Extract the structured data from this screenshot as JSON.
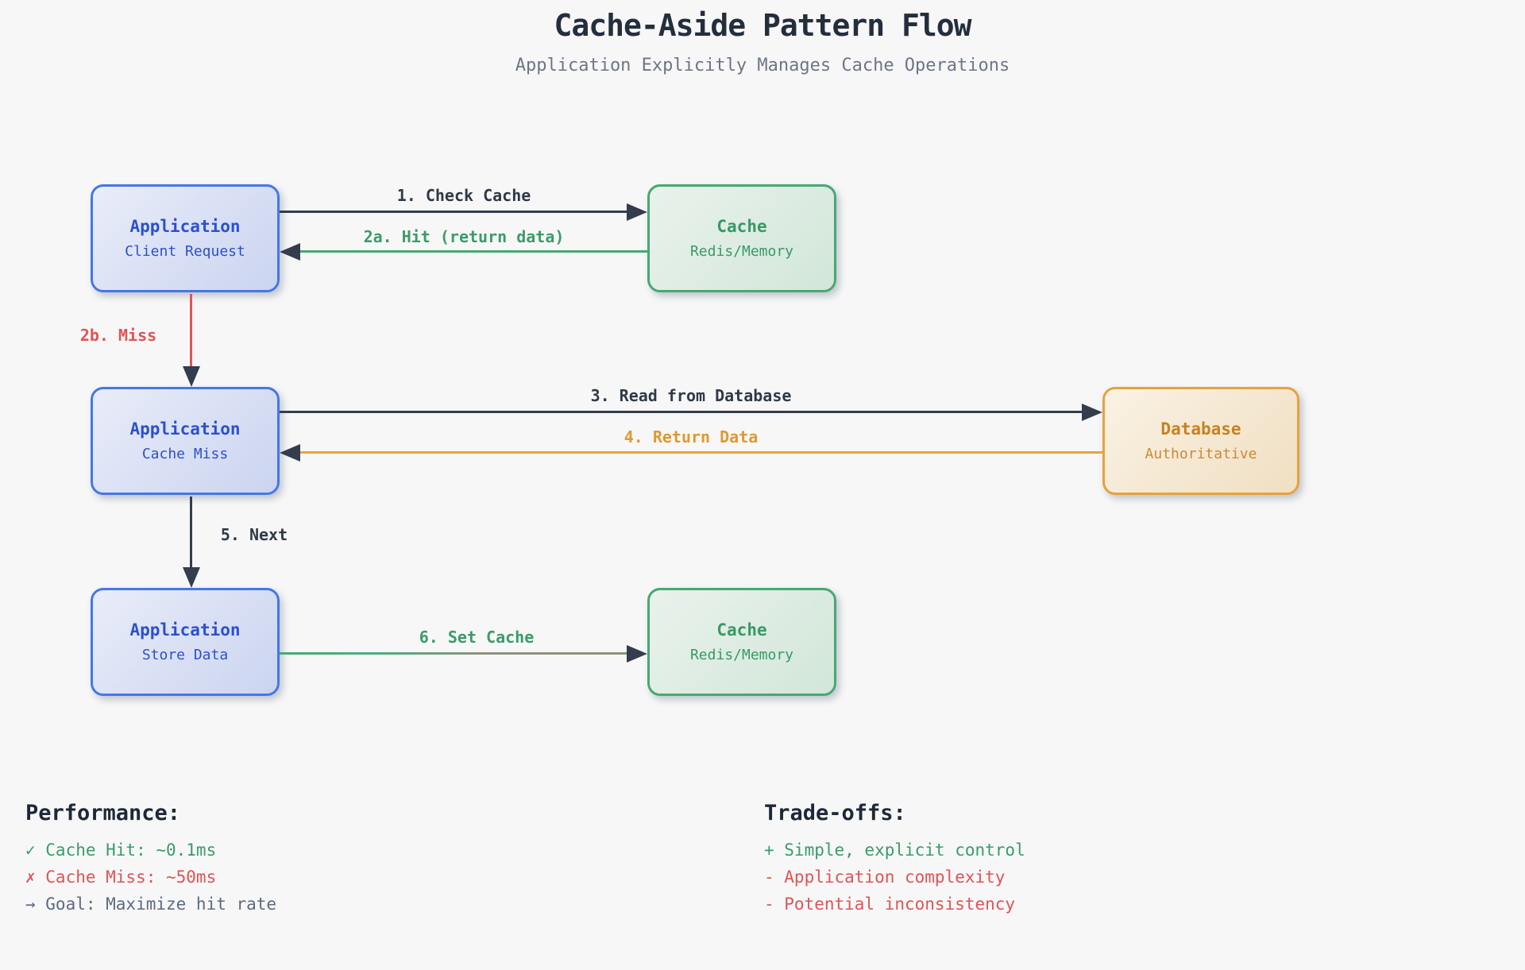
{
  "title": "Cache-Aside Pattern Flow",
  "subtitle": "Application Explicitly Manages Cache Operations",
  "colors": {
    "background": "#f7f7f8",
    "slate_arrow": "#333d4d",
    "blue_border": "#4577e6",
    "blue_text": "#2b50ce",
    "green_border": "#47a874",
    "green_text": "#3a9c67",
    "orange_border": "#e7a23b",
    "orange_text": "#e0992e",
    "red": "#e25353",
    "gray_text": "#5d6b80"
  },
  "nodes": {
    "app1": {
      "title": "Application",
      "subtitle": "Client Request"
    },
    "cache1": {
      "title": "Cache",
      "subtitle": "Redis/Memory"
    },
    "app2": {
      "title": "Application",
      "subtitle": "Cache Miss"
    },
    "db": {
      "title": "Database",
      "subtitle": "Authoritative"
    },
    "app3": {
      "title": "Application",
      "subtitle": "Store Data"
    },
    "cache2": {
      "title": "Cache",
      "subtitle": "Redis/Memory"
    }
  },
  "edges": {
    "check_cache": "1. Check Cache",
    "hit": "2a. Hit (return data)",
    "miss": "2b. Miss",
    "read_db": "3. Read from Database",
    "return_data": "4. Return Data",
    "next": "5. Next",
    "set_cache": "6. Set Cache"
  },
  "performance": {
    "heading": "Performance:",
    "items": [
      {
        "text": "✓ Cache Hit: ~0.1ms",
        "color": "#3a9c67"
      },
      {
        "text": "✗ Cache Miss: ~50ms",
        "color": "#e25353"
      },
      {
        "text": "→ Goal: Maximize hit rate",
        "color": "#5d6b80"
      }
    ]
  },
  "tradeoffs": {
    "heading": "Trade-offs:",
    "items": [
      {
        "text": "+ Simple, explicit control",
        "color": "#3a9c67"
      },
      {
        "text": "- Application complexity",
        "color": "#e25353"
      },
      {
        "text": "- Potential inconsistency",
        "color": "#e25353"
      }
    ]
  }
}
